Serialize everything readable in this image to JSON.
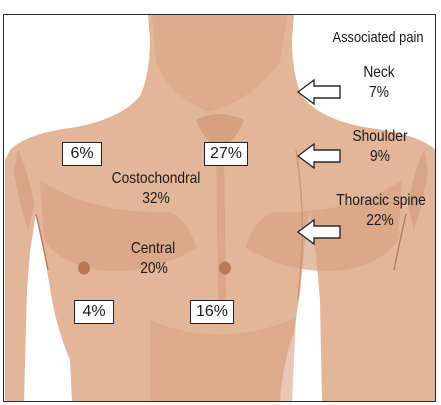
{
  "colors": {
    "skin": "#e4b699",
    "skin_shadow": "#c88d6c",
    "skin_mid": "#d9a283",
    "nipple": "#b87a56",
    "outline": "#2a2a2a"
  },
  "header": {
    "title": "Associated pain"
  },
  "regions": {
    "costochondral": {
      "label": "Costochondral",
      "value": "32%"
    },
    "central": {
      "label": "Central",
      "value": "20%"
    },
    "box_upper_left": "6%",
    "box_upper_right": "27%",
    "box_lower_left": "4%",
    "box_lower_right": "16%"
  },
  "associated": [
    {
      "label": "Neck",
      "value": "7%"
    },
    {
      "label": "Shoulder",
      "value": "9%"
    },
    {
      "label": "Thoracic spine",
      "value": "22%"
    }
  ],
  "icons": {
    "arrow": "left-arrow-outline-icon"
  }
}
